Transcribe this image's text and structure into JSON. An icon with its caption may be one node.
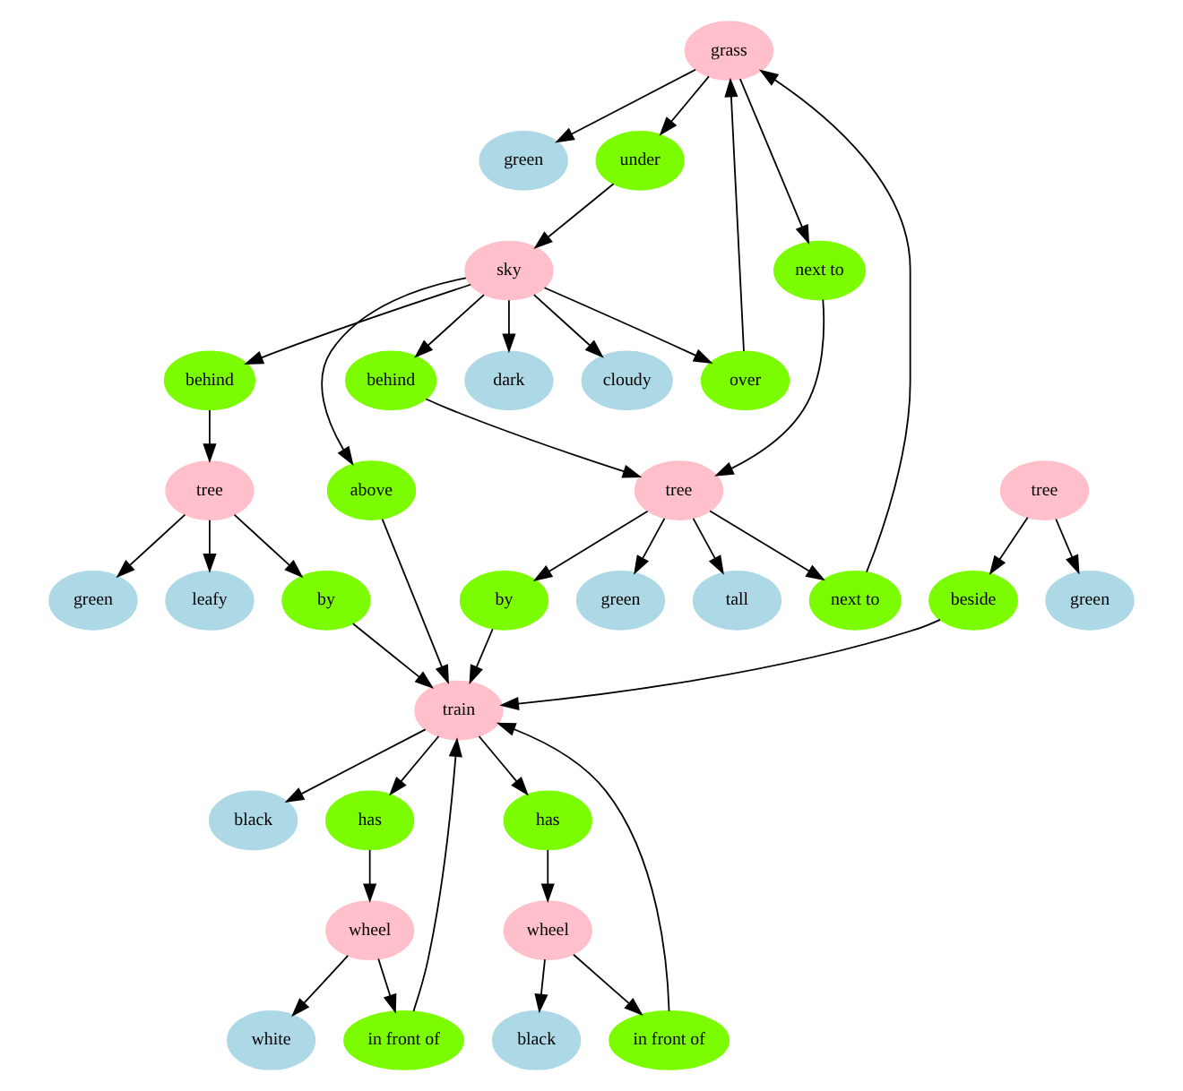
{
  "diagram": {
    "nodes": [
      {
        "text": [
          "grass"
        ]
      },
      {
        "text": [
          "green"
        ]
      },
      {
        "text": [
          "under"
        ]
      },
      {
        "text": [
          "sky"
        ]
      },
      {
        "text": [
          "next to"
        ]
      },
      {
        "text": [
          "behind"
        ]
      },
      {
        "text": [
          "dark"
        ]
      },
      {
        "text": [
          "cloudy"
        ]
      },
      {
        "text": [
          "behind"
        ]
      },
      {
        "text": [
          "over"
        ]
      },
      {
        "text": [
          "above"
        ]
      },
      {
        "text": [
          "tree"
        ]
      },
      {
        "text": [
          "tree"
        ]
      },
      {
        "text": [
          "tree"
        ]
      },
      {
        "text": [
          "leafy"
        ]
      },
      {
        "text": [
          "green"
        ]
      },
      {
        "text": [
          "by"
        ]
      },
      {
        "text": [
          "tall"
        ]
      },
      {
        "text": [
          "green"
        ]
      },
      {
        "text": [
          "by"
        ]
      },
      {
        "text": [
          "next to"
        ]
      },
      {
        "text": [
          "beside"
        ]
      },
      {
        "text": [
          "green"
        ]
      },
      {
        "text": [
          "train"
        ]
      },
      {
        "text": [
          "black"
        ]
      },
      {
        "text": [
          "has"
        ]
      },
      {
        "text": [
          "has"
        ]
      },
      {
        "text": [
          "wheel"
        ]
      },
      {
        "text": [
          "wheel"
        ]
      },
      {
        "text": [
          "white"
        ]
      },
      {
        "text": [
          "in front of"
        ]
      },
      {
        "text": [
          "black"
        ]
      },
      {
        "text": [
          "in front of"
        ]
      }
    ],
    "edges": [
      {
        "from": 0,
        "to": 1,
        "arrow": "to"
      },
      {
        "from": 0,
        "to": 2,
        "arrow": "to"
      },
      {
        "from": 0,
        "to": 4,
        "arrow": "to"
      },
      {
        "from": 2,
        "to": 3,
        "arrow": "to"
      },
      {
        "from": 3,
        "to": 10,
        "arrow": "to"
      },
      {
        "from": 3,
        "to": 5,
        "arrow": "to"
      },
      {
        "from": 3,
        "to": 6,
        "arrow": "to"
      },
      {
        "from": 3,
        "to": 7,
        "arrow": "to"
      },
      {
        "from": 3,
        "to": 8,
        "arrow": "to"
      },
      {
        "from": 3,
        "to": 9,
        "arrow": "to"
      },
      {
        "from": 9,
        "to": 0,
        "arrow": "to"
      },
      {
        "from": 5,
        "to": 11,
        "arrow": "to"
      },
      {
        "from": 8,
        "to": 12,
        "arrow": "to"
      },
      {
        "from": 4,
        "to": 12,
        "arrow": "to"
      },
      {
        "from": 11,
        "to": 14,
        "arrow": "to"
      },
      {
        "from": 11,
        "to": 15,
        "arrow": "to"
      },
      {
        "from": 11,
        "to": 16,
        "arrow": "to"
      },
      {
        "from": 12,
        "to": 17,
        "arrow": "to"
      },
      {
        "from": 12,
        "to": 18,
        "arrow": "to"
      },
      {
        "from": 12,
        "to": 19,
        "arrow": "to"
      },
      {
        "from": 12,
        "to": 20,
        "arrow": "to"
      },
      {
        "from": 20,
        "to": 0,
        "arrow": "to"
      },
      {
        "from": 13,
        "to": 21,
        "arrow": "to"
      },
      {
        "from": 13,
        "to": 22,
        "arrow": "to"
      },
      {
        "from": 10,
        "to": 23,
        "arrow": "to"
      },
      {
        "from": 16,
        "to": 23,
        "arrow": "to"
      },
      {
        "from": 19,
        "to": 23,
        "arrow": "to"
      },
      {
        "from": 21,
        "to": 23,
        "arrow": "to"
      },
      {
        "from": 23,
        "to": 24,
        "arrow": "to"
      },
      {
        "from": 23,
        "to": 25,
        "arrow": "to"
      },
      {
        "from": 23,
        "to": 26,
        "arrow": "to"
      },
      {
        "from": 25,
        "to": 27,
        "arrow": "to"
      },
      {
        "from": 26,
        "to": 28,
        "arrow": "to"
      },
      {
        "from": 27,
        "to": 29,
        "arrow": "to"
      },
      {
        "from": 27,
        "to": 30,
        "arrow": "to"
      },
      {
        "from": 30,
        "to": 23,
        "arrow": "to"
      },
      {
        "from": 28,
        "to": 31,
        "arrow": "to"
      },
      {
        "from": 28,
        "to": 32,
        "arrow": "to"
      },
      {
        "from": 32,
        "to": 23,
        "arrow": "to"
      }
    ]
  }
}
